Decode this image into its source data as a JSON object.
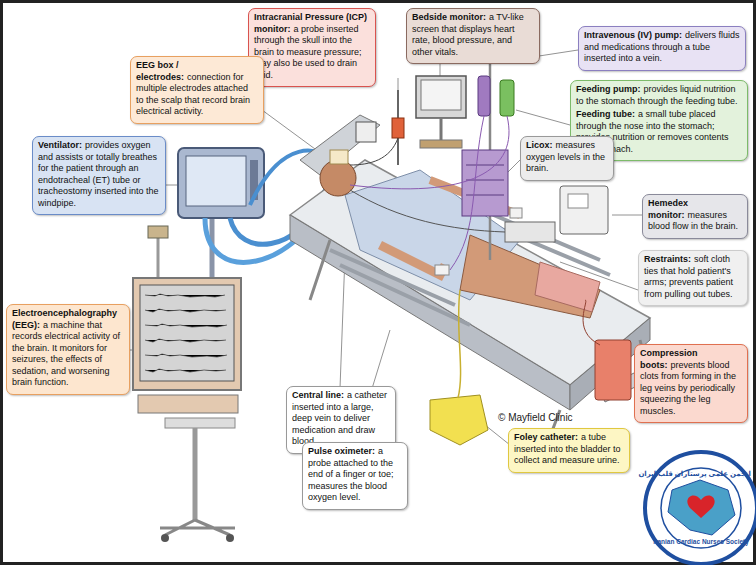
{
  "diagram": {
    "nodes": [
      {
        "text": [
          "Intracranial Pressure (ICP) monitor:",
          "a probe inserted through the skull into the brain to measure pressure; may also be used to drain fluid."
        ]
      },
      {
        "text": [
          "Bedside monitor:",
          "a TV-like screen that displays heart rate, blood pressure, and other vitals."
        ]
      },
      {
        "text": [
          "Intravenous (IV) pump:",
          "delivers fluids and medications through a tube inserted into a vein."
        ]
      },
      {
        "text": [
          "EEG box / electrodes:",
          "connection for multiple electrodes attached to the scalp that record brain electrical activity."
        ]
      },
      {
        "text": [
          "Feeding pump:",
          "provides liquid nutrition to the stomach through the feeding tube.",
          "Feeding tube:",
          "a small tube placed through the nose into the stomach; provides nutrition or removes contents from stomach."
        ]
      },
      {
        "text": [
          "Licox:",
          "measures oxygen levels in the brain."
        ]
      },
      {
        "text": [
          "Ventilator:",
          "provides oxygen and assists or totally breathes for the patient through an endotracheal (ET) tube or tracheostomy inserted into the windpipe."
        ]
      },
      {
        "text": [
          "Hemedex monitor:",
          "measures blood flow in the brain."
        ]
      },
      {
        "text": [
          "Restraints:",
          "soft cloth ties that hold patient's arms; prevents patient from pulling out tubes."
        ]
      },
      {
        "text": [
          "Electroencephalography (EEG):",
          "a machine that records electrical activity of the brain. It monitors for seizures, the effects of sedation, and worsening brain function."
        ]
      },
      {
        "text": [
          "Compression boots:",
          "prevents blood clots from forming in the leg veins by periodically squeezing the leg muscles."
        ]
      },
      {
        "text": [
          "Central line:",
          "a catheter inserted into a large, deep vein to deliver medication and draw blood."
        ]
      },
      {
        "text": [
          "Pulse oximeter:",
          "a probe attached to the end of a finger or toe; measures the blood oxygen level."
        ]
      },
      {
        "text": [
          "Foley catheter:",
          "a tube inserted into the bladder to collect and measure urine."
        ]
      }
    ],
    "labels": [
      "© Mayfield Clinic",
      "انجمن علمی پرستاران قلب ایران",
      "Iranian Cardiac Nurses Society"
    ]
  }
}
